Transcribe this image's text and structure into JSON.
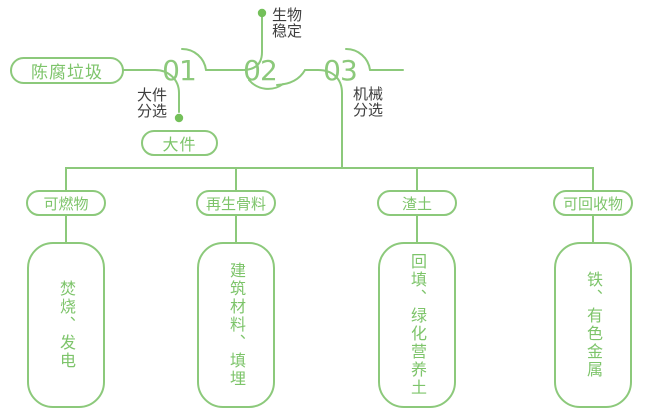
{
  "colors": {
    "line_green": "#8CC97B",
    "dot_green": "#74C05A",
    "text_green": "#7DC46A",
    "label_dark": "#3E3E3E",
    "background": "#FFFFFF"
  },
  "flow": {
    "source_label": "陈腐垃圾",
    "steps": [
      {
        "number": "01",
        "process_label": "大件\n分选",
        "output_label": "大件"
      },
      {
        "number": "02",
        "process_label": "生物\n稳定"
      },
      {
        "number": "03",
        "process_label": "机械\n分选"
      }
    ],
    "branches": [
      {
        "category": "可燃物",
        "disposal": "焚烧、发电"
      },
      {
        "category": "再生骨料",
        "disposal": "建筑材料、填埋"
      },
      {
        "category": "渣土",
        "disposal": "回填、绿化营养土"
      },
      {
        "category": "可回收物",
        "disposal": "铁、有色金属"
      }
    ]
  }
}
